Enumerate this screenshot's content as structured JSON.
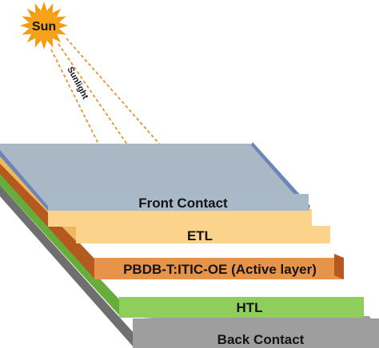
{
  "sun": {
    "label": "Sun",
    "color": "#f39c12",
    "core_color": "#f7a21b"
  },
  "sunlight": {
    "label": "Sunlight",
    "ray_color": "#e8891c"
  },
  "layers": [
    {
      "id": "front-contact",
      "label": "Front Contact",
      "top_color": "#aab7c4",
      "front_color": "#a9b9c8",
      "side_color": "#8ea0b2",
      "edge_color": "#6b86b8"
    },
    {
      "id": "etl",
      "label": "ETL",
      "front_color": "#fcd38a",
      "side_color": "#f0b85e"
    },
    {
      "id": "active-layer",
      "label": "PBDB-T:ITIC-OE (Active layer)",
      "front_color": "#e8934a",
      "side_color": "#b45a1e"
    },
    {
      "id": "htl",
      "label": "HTL",
      "front_color": "#8fce5a",
      "side_color": "#66ad3a"
    },
    {
      "id": "back-contact",
      "label": "Back Contact",
      "front_color": "#9e9e9e",
      "side_color": "#6f6f6f"
    }
  ]
}
